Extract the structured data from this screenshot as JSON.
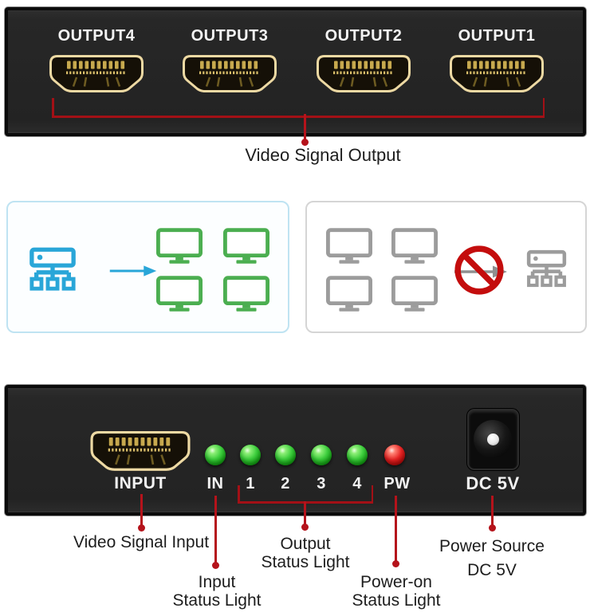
{
  "colors": {
    "annotation_red": "#b5131b",
    "bracket_red": "#a31016",
    "prohibit_red": "#c40d0d",
    "diagram_blue": "#29a6d8",
    "diagram_green": "#4bae50",
    "diagram_gray": "#9c9c9c",
    "arrow_gray": "#8f8f8f",
    "left_box_border": "#bfe3f2",
    "right_box_border": "#d5d5d5",
    "panel_face": "#262626",
    "hdmi_gold": "#edd9a3"
  },
  "top_panel": {
    "ports": [
      {
        "label": "OUTPUT4"
      },
      {
        "label": "OUTPUT3"
      },
      {
        "label": "OUTPUT2"
      },
      {
        "label": "OUTPUT1"
      }
    ],
    "callout": "Video Signal Output"
  },
  "middle_diagram": {
    "left_box": {
      "icons": [
        "splitter-hub-icon",
        "arrow-right-icon",
        "display-monitor-icon x4"
      ],
      "meaning": "splitter to four displays"
    },
    "right_box": {
      "icons": [
        "display-monitor-icon x4",
        "arrow-right-icon",
        "no-sign-icon",
        "splitter-hub-icon"
      ],
      "meaning": "four displays to splitter prohibited"
    }
  },
  "bottom_panel": {
    "input_port_label": "INPUT",
    "leds": [
      {
        "label": "IN",
        "color": "green"
      },
      {
        "label": "1",
        "color": "green"
      },
      {
        "label": "2",
        "color": "green"
      },
      {
        "label": "3",
        "color": "green"
      },
      {
        "label": "4",
        "color": "green"
      },
      {
        "label": "PW",
        "color": "red"
      }
    ],
    "dc_jack_label": "DC 5V"
  },
  "callouts": {
    "video_signal_output": "Video Signal Output",
    "video_signal_input": "Video Signal Input",
    "input_status": [
      "Input",
      "Status Light"
    ],
    "output_status": [
      "Output",
      "Status Light"
    ],
    "power_on_status": [
      "Power-on",
      "Status Light"
    ],
    "power_source": [
      "Power Source",
      "DC 5V"
    ]
  }
}
